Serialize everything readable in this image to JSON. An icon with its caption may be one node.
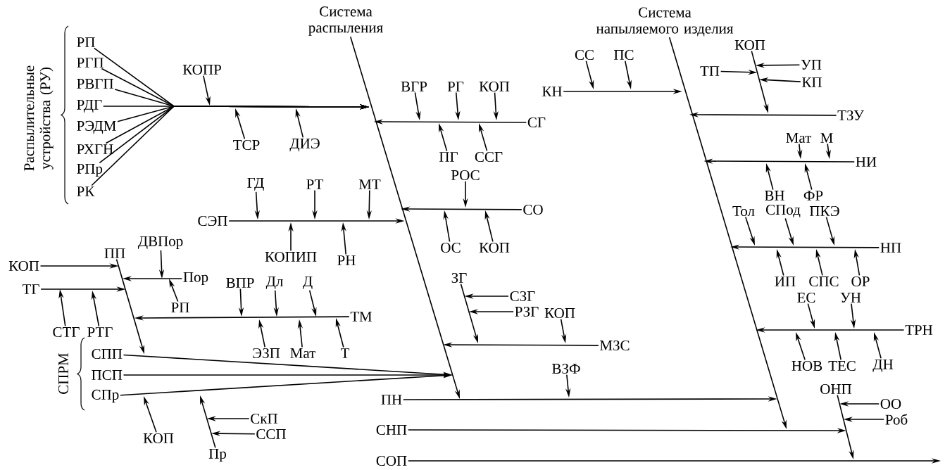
{
  "diagram": {
    "nodes": [
      {
        "text": [
          "Система распыления"
        ]
      },
      {
        "text": [
          "Система напыляемого изделия"
        ]
      },
      {
        "text": [
          "РП"
        ]
      },
      {
        "text": [
          "РГП"
        ]
      },
      {
        "text": [
          "РВГП"
        ]
      },
      {
        "text": [
          "РДГ"
        ]
      },
      {
        "text": [
          "РЭДМ"
        ]
      },
      {
        "text": [
          "РХГН"
        ]
      },
      {
        "text": [
          "РПр"
        ]
      },
      {
        "text": [
          "РК"
        ]
      },
      {
        "text": [
          "КОПР"
        ]
      },
      {
        "text": [
          "ТСР"
        ]
      },
      {
        "text": [
          "ДИЭ"
        ]
      },
      {
        "text": [
          "СГ"
        ]
      },
      {
        "text": [
          "ВГР"
        ]
      },
      {
        "text": [
          "РГ"
        ]
      },
      {
        "text": [
          "КОП"
        ]
      },
      {
        "text": [
          "ПГ"
        ]
      },
      {
        "text": [
          "ССГ"
        ]
      },
      {
        "text": [
          "РОС"
        ]
      },
      {
        "text": [
          "СО"
        ]
      },
      {
        "text": [
          "ОС"
        ]
      },
      {
        "text": [
          "КОП"
        ]
      },
      {
        "text": [
          "ГД"
        ]
      },
      {
        "text": [
          "РТ"
        ]
      },
      {
        "text": [
          "МТ"
        ]
      },
      {
        "text": [
          "СЭП"
        ]
      },
      {
        "text": [
          "КОПИП"
        ]
      },
      {
        "text": [
          "РН"
        ]
      },
      {
        "text": [
          "ДВПор"
        ]
      },
      {
        "text": [
          "ПП"
        ]
      },
      {
        "text": [
          "КОП"
        ]
      },
      {
        "text": [
          "Пор"
        ]
      },
      {
        "text": [
          "ТГ"
        ]
      },
      {
        "text": [
          "РП"
        ]
      },
      {
        "text": [
          "СТГ"
        ]
      },
      {
        "text": [
          "РТГ"
        ]
      },
      {
        "text": [
          "ВПР"
        ]
      },
      {
        "text": [
          "Дл"
        ]
      },
      {
        "text": [
          "Д"
        ]
      },
      {
        "text": [
          "ТМ"
        ]
      },
      {
        "text": [
          "ЭЗП"
        ]
      },
      {
        "text": [
          "Мат"
        ]
      },
      {
        "text": [
          "Т"
        ]
      },
      {
        "text": [
          "СПП"
        ]
      },
      {
        "text": [
          "ПСП"
        ]
      },
      {
        "text": [
          "СПр"
        ]
      },
      {
        "text": [
          "КОП"
        ]
      },
      {
        "text": [
          "Пр"
        ]
      },
      {
        "text": [
          "СкП"
        ]
      },
      {
        "text": [
          "ССП"
        ]
      },
      {
        "text": [
          "ЗГ"
        ]
      },
      {
        "text": [
          "СЗГ"
        ]
      },
      {
        "text": [
          "РЗГ"
        ]
      },
      {
        "text": [
          "КОП"
        ]
      },
      {
        "text": [
          "МЗС"
        ]
      },
      {
        "text": [
          "ВЗФ"
        ]
      },
      {
        "text": [
          "ПН"
        ]
      },
      {
        "text": [
          "СНП"
        ]
      },
      {
        "text": [
          "СОП"
        ]
      },
      {
        "text": [
          "ОНП"
        ]
      },
      {
        "text": [
          "ОО"
        ]
      },
      {
        "text": [
          "Роб"
        ]
      },
      {
        "text": [
          "КН"
        ]
      },
      {
        "text": [
          "СС"
        ]
      },
      {
        "text": [
          "ПС"
        ]
      },
      {
        "text": [
          "КОП"
        ]
      },
      {
        "text": [
          "ТП"
        ]
      },
      {
        "text": [
          "УП"
        ]
      },
      {
        "text": [
          "КП"
        ]
      },
      {
        "text": [
          "ТЗУ"
        ]
      },
      {
        "text": [
          "Мат"
        ]
      },
      {
        "text": [
          "М"
        ]
      },
      {
        "text": [
          "НИ"
        ]
      },
      {
        "text": [
          "ВН"
        ]
      },
      {
        "text": [
          "ФР"
        ]
      },
      {
        "text": [
          "Тол"
        ]
      },
      {
        "text": [
          "СПод"
        ]
      },
      {
        "text": [
          "ПКЭ"
        ]
      },
      {
        "text": [
          "НП"
        ]
      },
      {
        "text": [
          "ИП"
        ]
      },
      {
        "text": [
          "СПС"
        ]
      },
      {
        "text": [
          "ОР"
        ]
      },
      {
        "text": [
          "ЕС"
        ]
      },
      {
        "text": [
          "УН"
        ]
      },
      {
        "text": [
          "ТРН"
        ]
      },
      {
        "text": [
          "НОВ"
        ]
      },
      {
        "text": [
          "ТЕС"
        ]
      },
      {
        "text": [
          "ДН"
        ]
      }
    ],
    "edges": [
      {
        "from": 0,
        "to": null,
        "arrow": "to"
      },
      {
        "from": 1,
        "to": null,
        "arrow": "to"
      },
      {
        "from": 2,
        "to": null,
        "arrow": "to"
      },
      {
        "from": 3,
        "to": null,
        "arrow": "to"
      },
      {
        "from": 4,
        "to": null,
        "arrow": "to"
      },
      {
        "from": 5,
        "to": null,
        "arrow": "to"
      },
      {
        "from": 6,
        "to": null,
        "arrow": "to"
      },
      {
        "from": 7,
        "to": null,
        "arrow": "to"
      },
      {
        "from": 8,
        "to": null,
        "arrow": "to"
      },
      {
        "from": 9,
        "to": null,
        "arrow": "to"
      },
      {
        "from": 10,
        "to": null,
        "arrow": "to"
      },
      {
        "from": 11,
        "to": null,
        "arrow": "to"
      },
      {
        "from": 12,
        "to": null,
        "arrow": "to"
      },
      {
        "from": 13,
        "to": null,
        "arrow": "to"
      },
      {
        "from": 14,
        "to": null,
        "arrow": "to"
      },
      {
        "from": 15,
        "to": null,
        "arrow": "to"
      },
      {
        "from": 16,
        "to": null,
        "arrow": "to"
      },
      {
        "from": 17,
        "to": null,
        "arrow": "to"
      },
      {
        "from": 18,
        "to": null,
        "arrow": "to"
      },
      {
        "from": 19,
        "to": null,
        "arrow": "to"
      },
      {
        "from": 20,
        "to": null,
        "arrow": "to"
      },
      {
        "from": 21,
        "to": null,
        "arrow": "to"
      },
      {
        "from": 22,
        "to": null,
        "arrow": "to"
      },
      {
        "from": 23,
        "to": null,
        "arrow": "to"
      },
      {
        "from": 24,
        "to": null,
        "arrow": "to"
      },
      {
        "from": 25,
        "to": null,
        "arrow": "to"
      },
      {
        "from": 26,
        "to": null,
        "arrow": "to"
      },
      {
        "from": 27,
        "to": null,
        "arrow": "to"
      },
      {
        "from": 28,
        "to": null,
        "arrow": "to"
      },
      {
        "from": 29,
        "to": 32,
        "arrow": "to"
      },
      {
        "from": 30,
        "to": 44,
        "arrow": "to"
      },
      {
        "from": 31,
        "to": 30,
        "arrow": "to"
      },
      {
        "from": 32,
        "to": 30,
        "arrow": "to"
      },
      {
        "from": 33,
        "to": 30,
        "arrow": "to"
      },
      {
        "from": 34,
        "to": 32,
        "arrow": "to"
      },
      {
        "from": 35,
        "to": 33,
        "arrow": "to"
      },
      {
        "from": 36,
        "to": null,
        "arrow": "to"
      },
      {
        "from": 37,
        "to": null,
        "arrow": "to"
      },
      {
        "from": 38,
        "to": null,
        "arrow": "to"
      },
      {
        "from": 39,
        "to": null,
        "arrow": "to"
      },
      {
        "from": 40,
        "to": null,
        "arrow": "to"
      },
      {
        "from": 41,
        "to": null,
        "arrow": "to"
      },
      {
        "from": 42,
        "to": null,
        "arrow": "to"
      },
      {
        "from": 43,
        "to": 40,
        "arrow": "to"
      },
      {
        "from": 44,
        "to": null,
        "arrow": "to"
      },
      {
        "from": 45,
        "to": null,
        "arrow": "to"
      },
      {
        "from": 46,
        "to": null,
        "arrow": "to"
      },
      {
        "from": 47,
        "to": null,
        "arrow": "to"
      },
      {
        "from": 48,
        "to": null,
        "arrow": "to"
      },
      {
        "from": 49,
        "to": 48,
        "arrow": "to"
      },
      {
        "from": 50,
        "to": 48,
        "arrow": "to"
      },
      {
        "from": 51,
        "to": null,
        "arrow": "to"
      },
      {
        "from": 52,
        "to": 51,
        "arrow": "to"
      },
      {
        "from": 53,
        "to": 51,
        "arrow": "to"
      },
      {
        "from": 54,
        "to": null,
        "arrow": "to"
      },
      {
        "from": 55,
        "to": null,
        "arrow": "to"
      },
      {
        "from": 56,
        "to": null,
        "arrow": "to"
      },
      {
        "from": 57,
        "to": null,
        "arrow": "to"
      },
      {
        "from": 58,
        "to": null,
        "arrow": "to"
      },
      {
        "from": 59,
        "to": null,
        "arrow": "to"
      },
      {
        "from": 60,
        "to": null,
        "arrow": "to"
      },
      {
        "from": 61,
        "to": 60,
        "arrow": "to"
      },
      {
        "from": 62,
        "to": 60,
        "arrow": "to"
      },
      {
        "from": 63,
        "to": null,
        "arrow": "to"
      },
      {
        "from": 64,
        "to": null,
        "arrow": "to"
      },
      {
        "from": 65,
        "to": null,
        "arrow": "to"
      },
      {
        "from": 66,
        "to": null,
        "arrow": "to"
      },
      {
        "from": 67,
        "to": 66,
        "arrow": "to"
      },
      {
        "from": 68,
        "to": 66,
        "arrow": "to"
      },
      {
        "from": 69,
        "to": 66,
        "arrow": "to"
      },
      {
        "from": 70,
        "to": null,
        "arrow": "to"
      },
      {
        "from": 71,
        "to": null,
        "arrow": "to"
      },
      {
        "from": 72,
        "to": null,
        "arrow": "to"
      },
      {
        "from": 73,
        "to": null,
        "arrow": "to"
      },
      {
        "from": 74,
        "to": null,
        "arrow": "to"
      },
      {
        "from": 75,
        "to": null,
        "arrow": "to"
      },
      {
        "from": 76,
        "to": null,
        "arrow": "to"
      },
      {
        "from": 77,
        "to": null,
        "arrow": "to"
      },
      {
        "from": 78,
        "to": null,
        "arrow": "to"
      },
      {
        "from": 79,
        "to": null,
        "arrow": "to"
      },
      {
        "from": 80,
        "to": null,
        "arrow": "to"
      },
      {
        "from": 81,
        "to": null,
        "arrow": "to"
      },
      {
        "from": 82,
        "to": null,
        "arrow": "to"
      },
      {
        "from": 83,
        "to": null,
        "arrow": "to"
      },
      {
        "from": 84,
        "to": null,
        "arrow": "to"
      },
      {
        "from": 85,
        "to": null,
        "arrow": "to"
      },
      {
        "from": 86,
        "to": null,
        "arrow": "to"
      },
      {
        "from": 87,
        "to": null,
        "arrow": "to"
      },
      {
        "from": 88,
        "to": null,
        "arrow": "to"
      }
    ],
    "labels": [
      "Распылительные устройства (РУ)",
      "СПРМ"
    ]
  }
}
